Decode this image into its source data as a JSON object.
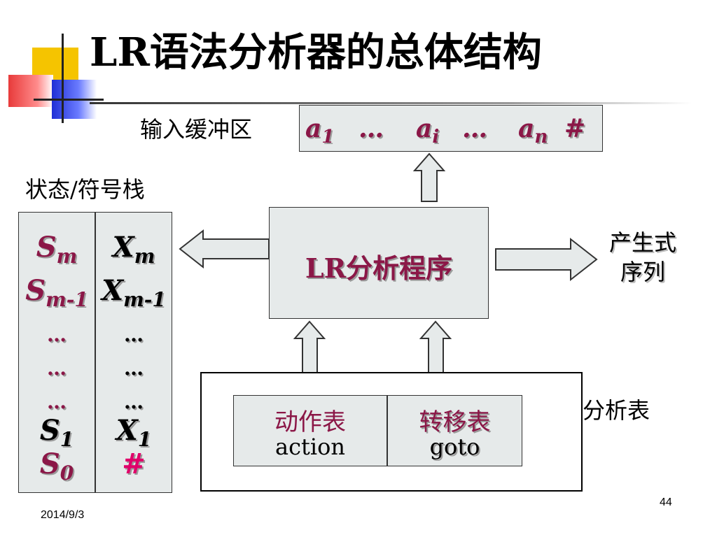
{
  "slide": {
    "title": "LR语法分析器的总体结构",
    "footer_date": "2014/9/3",
    "page_number": "44"
  },
  "input_buffer": {
    "label": "输入缓冲区",
    "items": {
      "a1": {
        "base": "a",
        "sub": "1"
      },
      "dots1": "…",
      "ai": {
        "base": "a",
        "sub": "i"
      },
      "dots2": "…",
      "an": {
        "base": "a",
        "sub": "n"
      },
      "end": "#"
    }
  },
  "stack": {
    "label": "状态/符号栈",
    "states": {
      "top": {
        "base": "S",
        "sub": "m"
      },
      "second": {
        "base": "S",
        "sub": "m-1"
      },
      "dots": "…",
      "s1": {
        "base": "S",
        "sub": "1"
      },
      "s0": {
        "base": "S",
        "sub": "0"
      }
    },
    "symbols": {
      "top": {
        "base": "X",
        "sub": "m"
      },
      "second": {
        "base": "X",
        "sub": "m-1"
      },
      "dots": "…",
      "x1": {
        "base": "X",
        "sub": "1"
      },
      "bottom": "#"
    }
  },
  "program": {
    "label": "LR分析程序"
  },
  "output": {
    "line1": "产生式",
    "line2": "序列"
  },
  "parse_table": {
    "label": "分析表",
    "action": {
      "cn": "动作表",
      "en": "action"
    },
    "goto": {
      "cn": "转移表",
      "en": "goto"
    }
  },
  "colors": {
    "accent": "#8b1747",
    "hash_pink": "#e0006a",
    "box_fill": "#e6eaea"
  }
}
